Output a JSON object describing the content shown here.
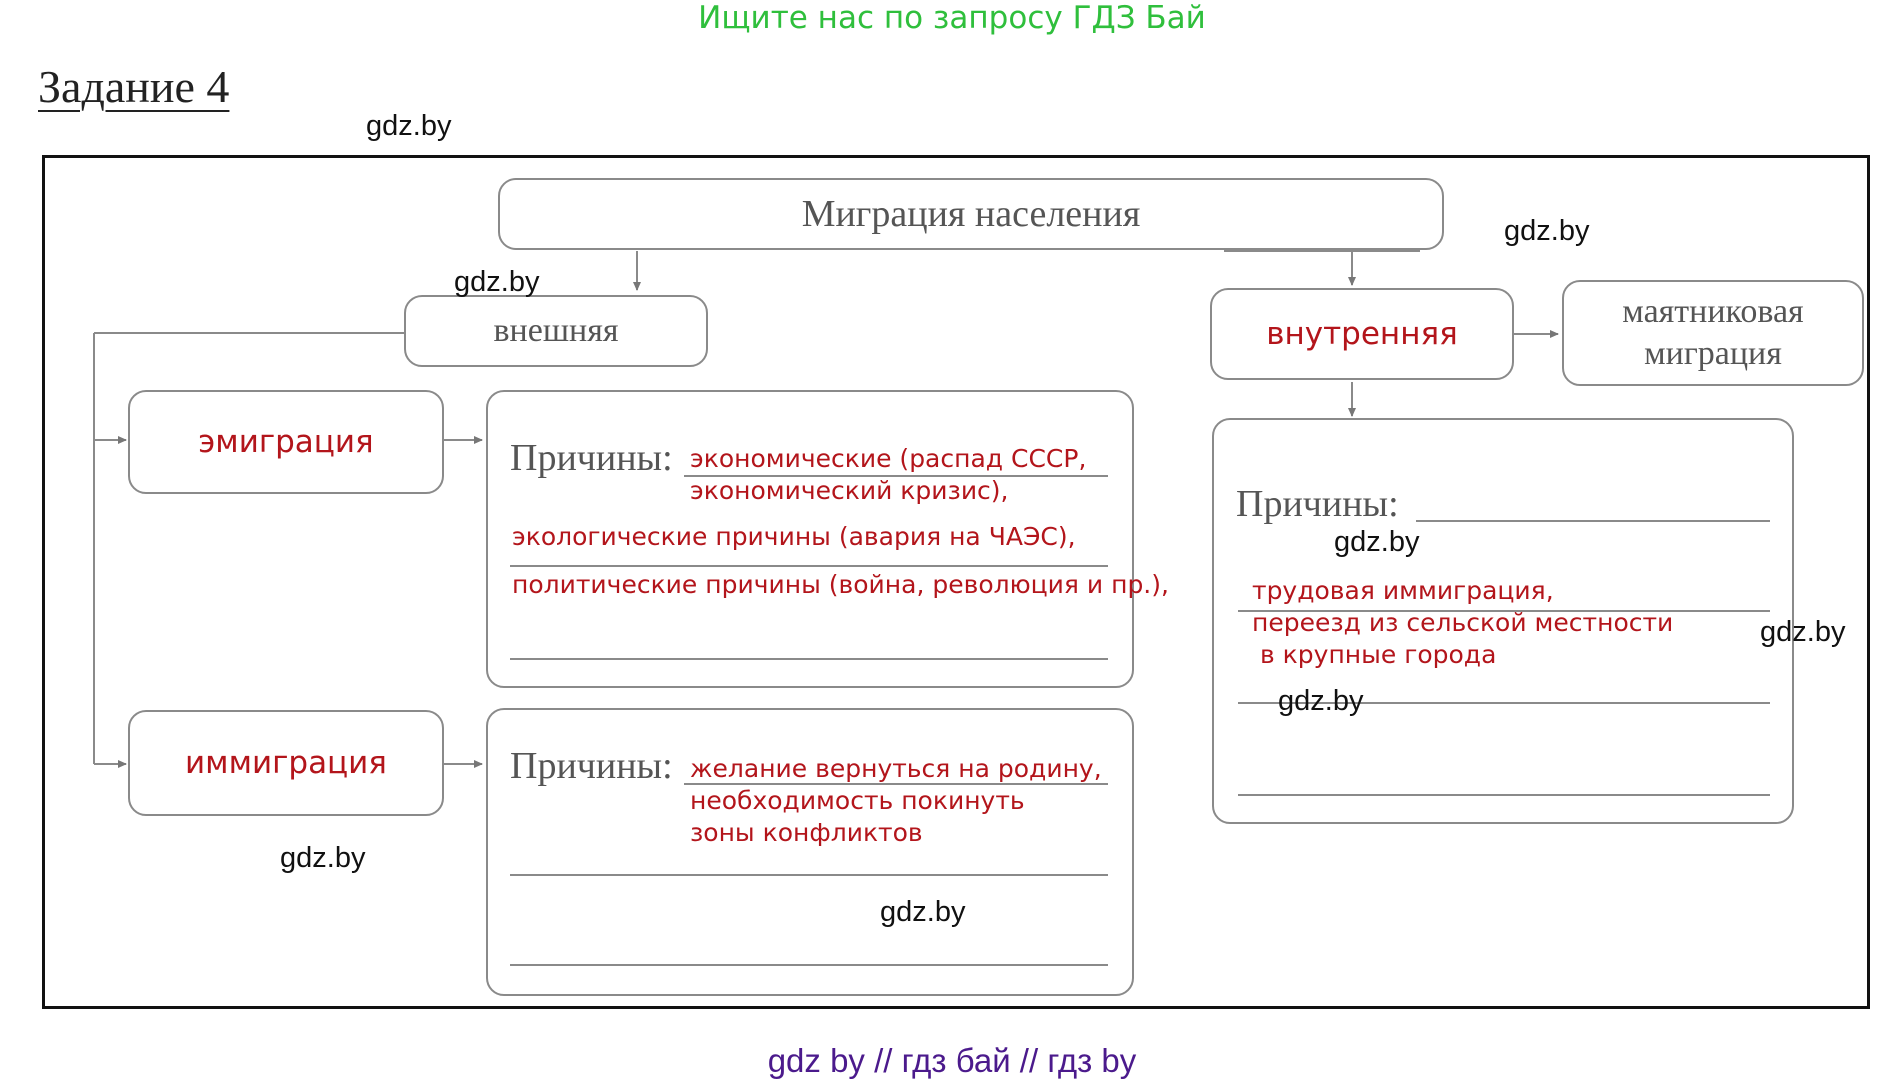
{
  "banner": "Ищите нас по запросу ГДЗ Бай",
  "task_title": "Задание 4",
  "watermark": "gdz.by",
  "diagram": {
    "root": "Миграция населения",
    "external": "внешняя",
    "internal": "внутренняя",
    "pendulum": "маятниковая миграция",
    "emigration": "эмиграция",
    "immigration": "иммиграция",
    "reasons_label": "Причины:",
    "emigration_reasons": [
      "экономические (распад СССР,",
      "экономический кризис),",
      "экологические причины (авария на ЧАЭС),",
      "политические причины (война, революция и пр.),"
    ],
    "immigration_reasons": [
      "желание вернуться на родину,",
      "необходимость покинуть",
      "зоны конфликтов"
    ],
    "internal_reasons": [
      "трудовая иммиграция,",
      "переезд из сельской местности",
      "в крупные города"
    ]
  },
  "footer": "gdz by  //  гдз бай  //  гдз by"
}
